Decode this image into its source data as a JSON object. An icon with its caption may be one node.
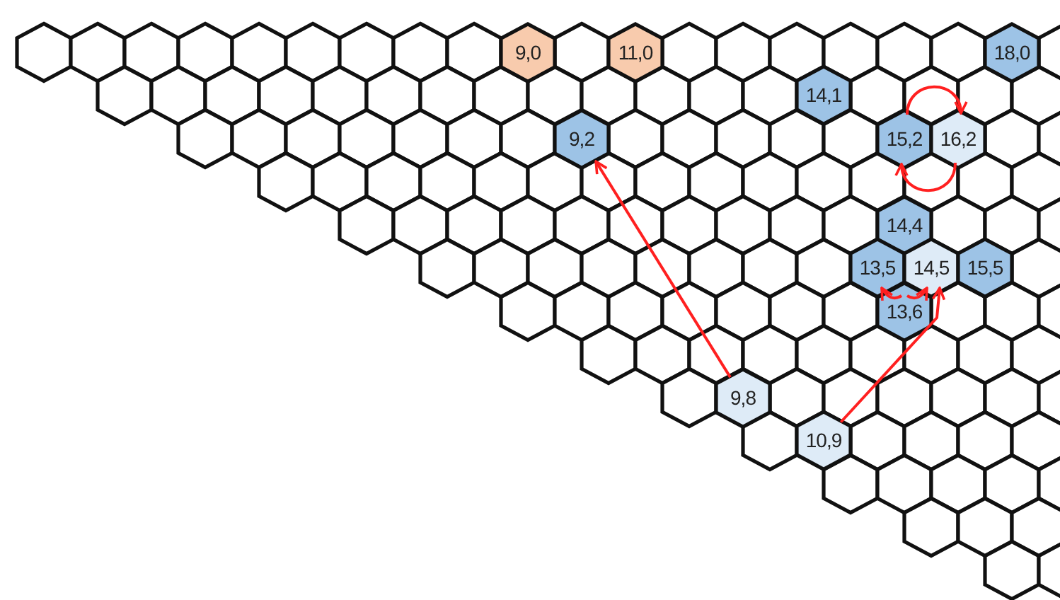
{
  "diagram": {
    "nodes": [
      {
        "text": [
          "9,0"
        ]
      },
      {
        "text": [
          "11,0"
        ]
      },
      {
        "text": [
          "18,0"
        ]
      },
      {
        "text": [
          "14,1"
        ]
      },
      {
        "text": [
          "9,2"
        ]
      },
      {
        "text": [
          "15,2"
        ]
      },
      {
        "text": [
          "16,2"
        ]
      },
      {
        "text": [
          "14,4"
        ]
      },
      {
        "text": [
          "13,5"
        ]
      },
      {
        "text": [
          "14,5"
        ]
      },
      {
        "text": [
          "15,5"
        ]
      },
      {
        "text": [
          "13,6"
        ]
      },
      {
        "text": [
          "9,8"
        ]
      },
      {
        "text": [
          "10,9"
        ]
      }
    ],
    "edges": [
      {
        "from": 12,
        "to": 4,
        "arrow": "to"
      },
      {
        "from": 13,
        "to": 9,
        "arrow": "to"
      },
      {
        "from": 11,
        "to": 8,
        "arrow": "to"
      },
      {
        "from": 11,
        "to": 9,
        "arrow": "to"
      },
      {
        "from": 5,
        "to": 6,
        "arrow": "to"
      },
      {
        "from": 6,
        "to": 5,
        "arrow": "to"
      }
    ]
  }
}
